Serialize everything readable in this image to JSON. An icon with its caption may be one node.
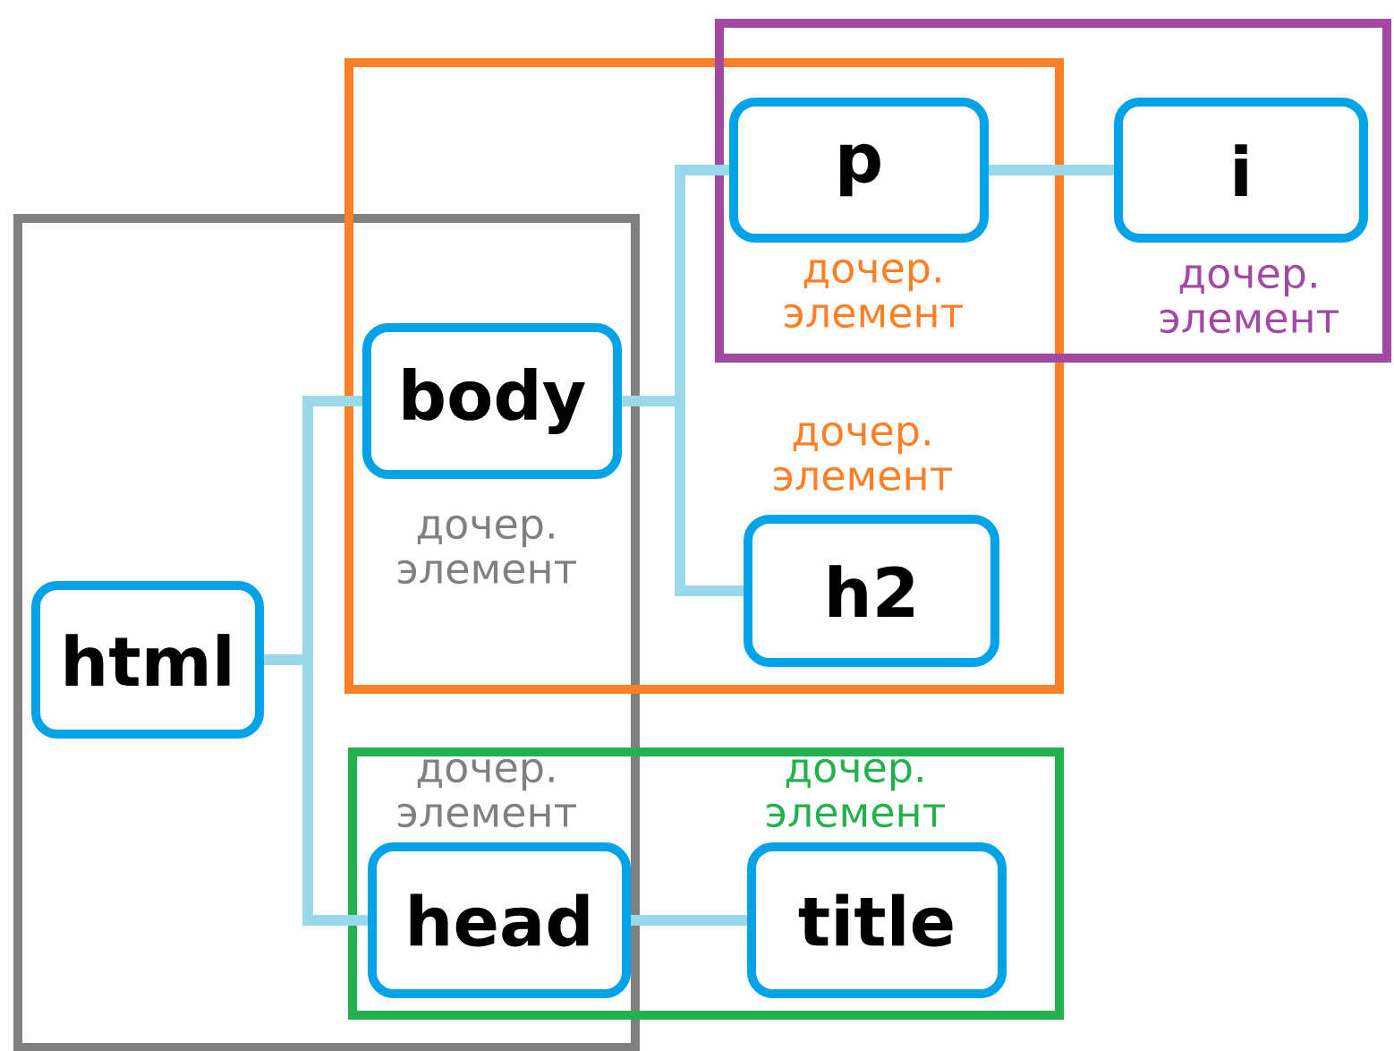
{
  "diagram": {
    "nodes": [
      {
        "text": [],
        "shape": "box"
      },
      {
        "text": [],
        "shape": "box"
      },
      {
        "text": [],
        "shape": "box"
      },
      {
        "text": [],
        "shape": "box"
      },
      {
        "text": [
          "html"
        ],
        "in": 0
      },
      {
        "text": [
          "body"
        ]
      },
      {
        "text": [
          "head"
        ]
      },
      {
        "text": [
          "p"
        ]
      },
      {
        "text": [
          "i"
        ],
        "in": 2
      },
      {
        "text": [
          "h2"
        ],
        "in": 1
      },
      {
        "text": [
          "title"
        ],
        "in": 3
      }
    ],
    "edges": [
      {
        "from": 4,
        "to": 5,
        "arrow": "none"
      },
      {
        "from": 4,
        "to": 6,
        "arrow": "none"
      },
      {
        "from": 5,
        "to": 7,
        "arrow": "none"
      },
      {
        "from": 5,
        "to": 9,
        "arrow": "none"
      },
      {
        "from": 7,
        "to": 8,
        "arrow": "none"
      },
      {
        "from": 6,
        "to": 10,
        "arrow": "none"
      }
    ],
    "labels": [
      "дочер. элемент",
      "дочер. элемент",
      "дочер. элемент",
      "дочер. элемент",
      "дочер. элемент",
      "дочер. элемент"
    ]
  }
}
